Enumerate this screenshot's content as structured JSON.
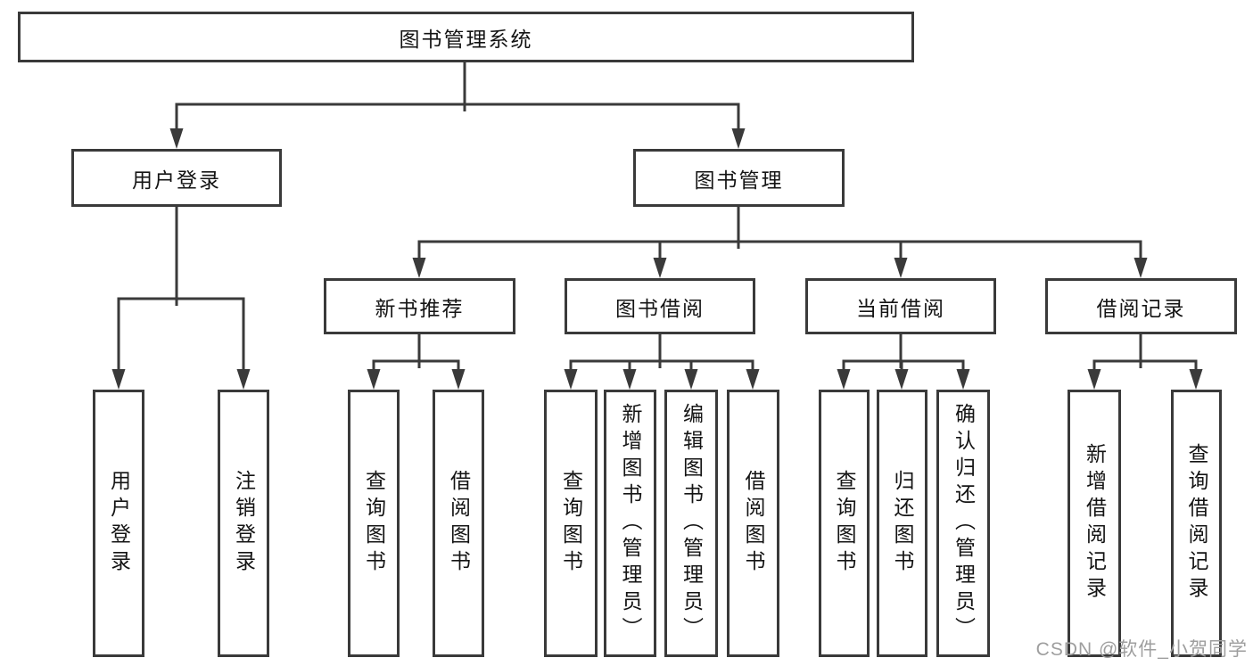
{
  "page": {
    "background": "#ffffff"
  },
  "colors": {
    "line": "#3a3a3a",
    "box_border": "#3a3a3a",
    "box_fill": "#ffffff",
    "text": "#141414",
    "watermark": "#9e9e9e"
  },
  "watermark": {
    "text": "CSDN @软件_小贺同学"
  },
  "tree": {
    "root": {
      "label": "图书管理系统",
      "children": [
        {
          "label": "用户登录",
          "children": [
            {
              "label": "用户登录"
            },
            {
              "label": "注销登录"
            }
          ]
        },
        {
          "label": "图书管理",
          "children": [
            {
              "label": "新书推荐",
              "children": [
                {
                  "label": "查询图书"
                },
                {
                  "label": "借阅图书"
                }
              ]
            },
            {
              "label": "图书借阅",
              "children": [
                {
                  "label": "查询图书"
                },
                {
                  "label": "新增图书（管理员）"
                },
                {
                  "label": "编辑图书（管理员）"
                },
                {
                  "label": "借阅图书"
                }
              ]
            },
            {
              "label": "当前借阅",
              "children": [
                {
                  "label": "查询图书"
                },
                {
                  "label": "归还图书"
                },
                {
                  "label": "确认归还（管理员）"
                }
              ]
            },
            {
              "label": "借阅记录",
              "children": [
                {
                  "label": "新增借阅记录"
                },
                {
                  "label": "查询借阅记录"
                }
              ]
            }
          ]
        }
      ]
    }
  }
}
